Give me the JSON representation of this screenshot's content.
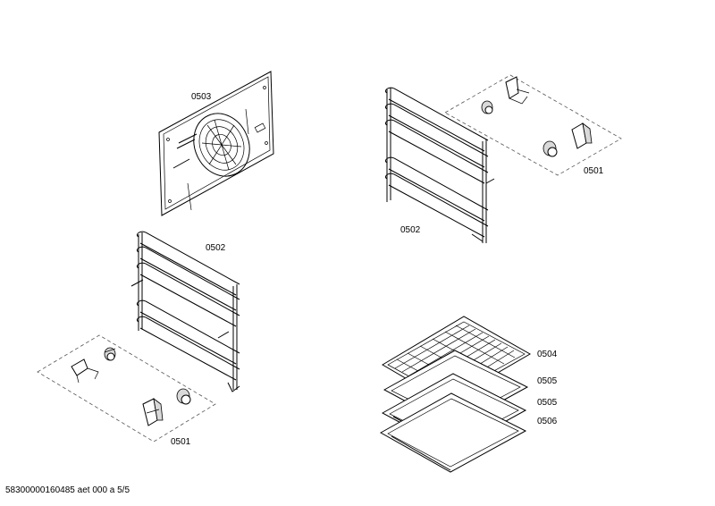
{
  "parts": [
    {
      "id": "back-panel",
      "label": "0503"
    },
    {
      "id": "rail-left",
      "label": "0502"
    },
    {
      "id": "rail-right",
      "label": "0502"
    },
    {
      "id": "clips-left",
      "label": "0501"
    },
    {
      "id": "clips-right",
      "label": "0501"
    },
    {
      "id": "wire-rack",
      "label": "0504"
    },
    {
      "id": "tray-1",
      "label": "0505"
    },
    {
      "id": "tray-2",
      "label": "0505"
    },
    {
      "id": "tray-3",
      "label": "0506"
    }
  ],
  "footer": "58300000160485 aet 000 a 5/5"
}
